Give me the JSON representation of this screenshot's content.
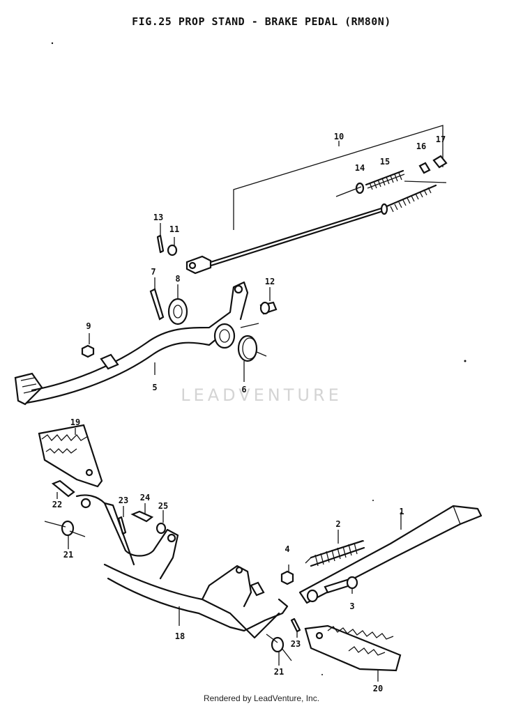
{
  "title": "FIG.25  PROP STAND - BRAKE PEDAL (RM80N)",
  "watermark": "LEADVENTURE",
  "footer": "Rendered by LeadVenture, Inc.",
  "part_numbers": [
    "10",
    "16",
    "17",
    "14",
    "15",
    "13",
    "11",
    "7",
    "8",
    "12",
    "9",
    "5",
    "6",
    "19",
    "22",
    "23",
    "24",
    "25",
    "21",
    "2",
    "1",
    "4",
    "3",
    "18",
    "23",
    "21",
    "20"
  ]
}
